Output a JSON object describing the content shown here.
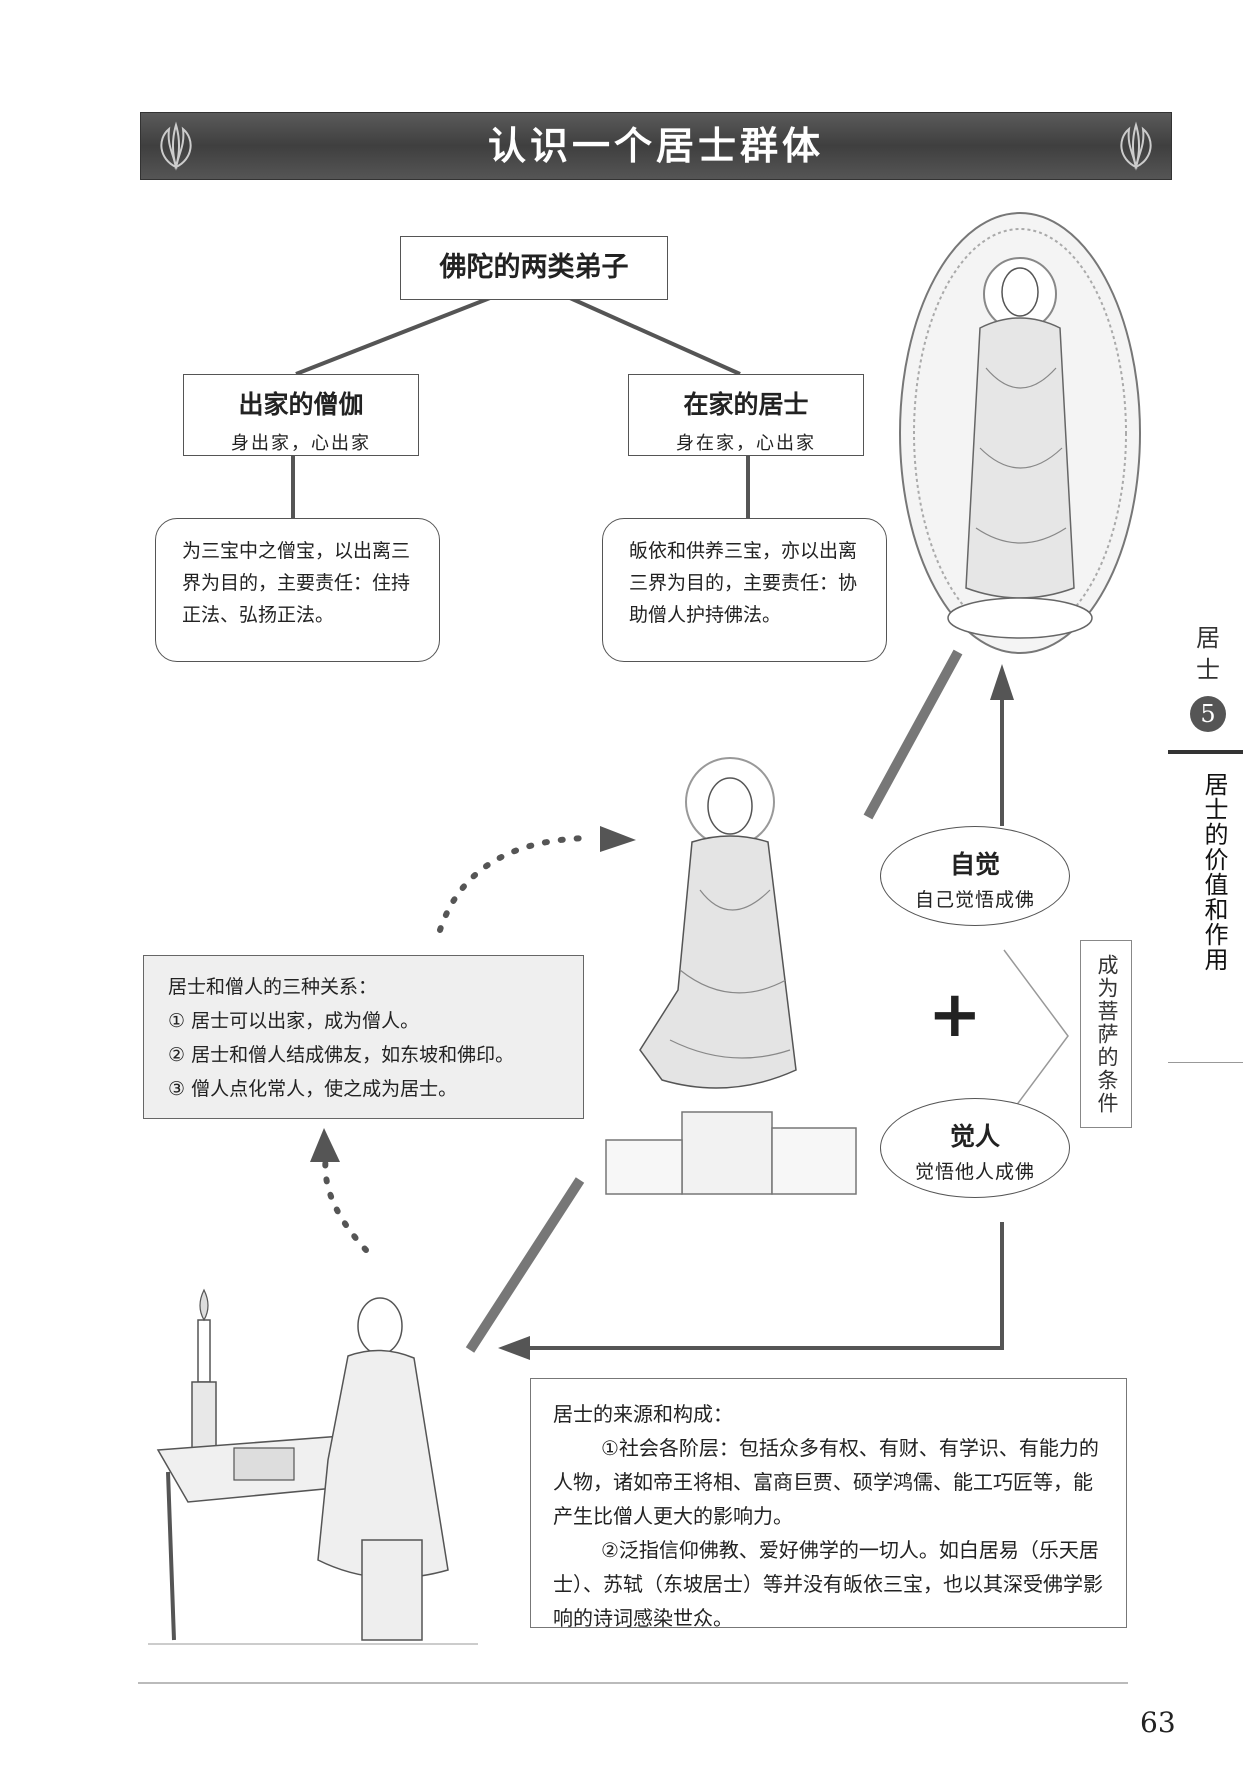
{
  "title": "认识一个居士群体",
  "root": "佛陀的两类弟子",
  "nodes": [
    {
      "title": "出家的僧伽",
      "sub": "身出家，心出家",
      "desc": "为三宝中之僧宝，以出离三界为目的，主要责任：住持正法、弘扬正法。"
    },
    {
      "title": "在家的居士",
      "sub": "身在家，心出家",
      "desc": "皈依和供养三宝，亦以出离三界为目的，主要责任：协助僧人护持佛法。"
    }
  ],
  "relations": {
    "title": "居士和僧人的三种关系：",
    "items": [
      "① 居士可以出家，成为僧人。",
      "② 居士和僧人结成佛友，如东坡和佛印。",
      "③ 僧人点化常人，使之成为居士。"
    ]
  },
  "ziJue": {
    "title": "自觉",
    "sub": "自己觉悟成佛"
  },
  "jueRen": {
    "title": "觉人",
    "sub": "觉悟他人成佛"
  },
  "plus": "+",
  "condition": "成为菩萨的条件",
  "source": {
    "title": "居士的来源和构成：",
    "paragraphs": [
      "①社会各阶层：包括众多有权、有财、有学识、有能力的人物，诸如帝王将相、富商巨贾、硕学鸿儒、能工巧匠等，能产生比僧人更大的影响力。",
      "②泛指信仰佛教、爱好佛学的一切人。如白居易（乐天居士）、苏轼（东坡居士）等并没有皈依三宝，也以其深受佛学影响的诗词感染世众。"
    ]
  },
  "side": {
    "word": "居士",
    "number": "5",
    "chapter": "居士的价值和作用"
  },
  "pageNumber": "63",
  "illustrations": [
    "buddha-figure",
    "monk-figure",
    "scholar-figure"
  ]
}
